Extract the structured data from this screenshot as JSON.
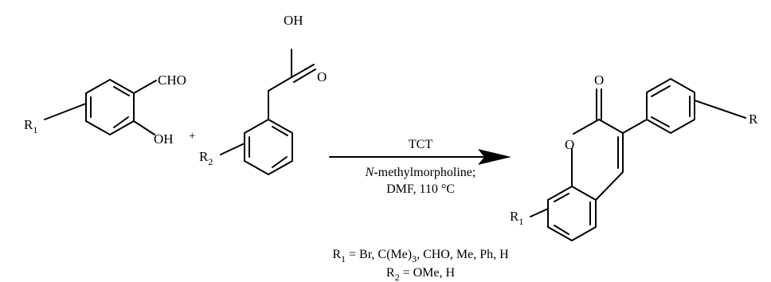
{
  "reactant1": {
    "substituent": "R",
    "substituent_sub": "1",
    "aldehyde": "CHO",
    "hydroxyl": "OH"
  },
  "plus_sign": "+",
  "reactant2": {
    "substituent": "R",
    "substituent_sub": "2",
    "hydroxyl": "OH",
    "carbonyl_oxygen": "O"
  },
  "conditions": {
    "reagent": "TCT",
    "base_italic": "N",
    "base_rest": "-methylmorpholine;",
    "solvent_temp": "DMF, 110 °C"
  },
  "product": {
    "carbonyl_oxygen": "O",
    "ring_oxygen": "O",
    "substituent1": "R",
    "substituent1_sub": "1",
    "substituent2": "R"
  },
  "definitions": {
    "r1_label": "R",
    "r1_sub": "1",
    "r1_values": " = Br, C(Me)",
    "r1_values_sub": "3",
    "r1_values_end": ", CHO, Me, Ph, H",
    "r2_label": "R",
    "r2_sub": "2",
    "r2_values": " = OMe, H"
  }
}
